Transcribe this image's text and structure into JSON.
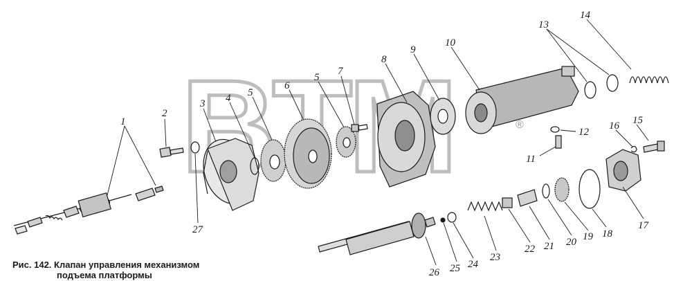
{
  "watermark": {
    "text": "BTM",
    "mark": "®"
  },
  "caption": {
    "line1": "Рис. 142. Клапан управления механизмом",
    "line2": "подъема платформы"
  },
  "labels": {
    "n1": "1",
    "n2": "2",
    "n3": "3",
    "n4": "4",
    "n5a": "5",
    "n5b": "5",
    "n6": "6",
    "n7": "7",
    "n8": "8",
    "n9": "9",
    "n10": "10",
    "n11": "11",
    "n12": "12",
    "n13": "13",
    "n14": "14",
    "n15": "15",
    "n16": "16",
    "n17": "17",
    "n18": "18",
    "n19": "19",
    "n20": "20",
    "n21": "21",
    "n22": "22",
    "n23": "23",
    "n24": "24",
    "n25": "25",
    "n26": "26",
    "n27": "27"
  }
}
